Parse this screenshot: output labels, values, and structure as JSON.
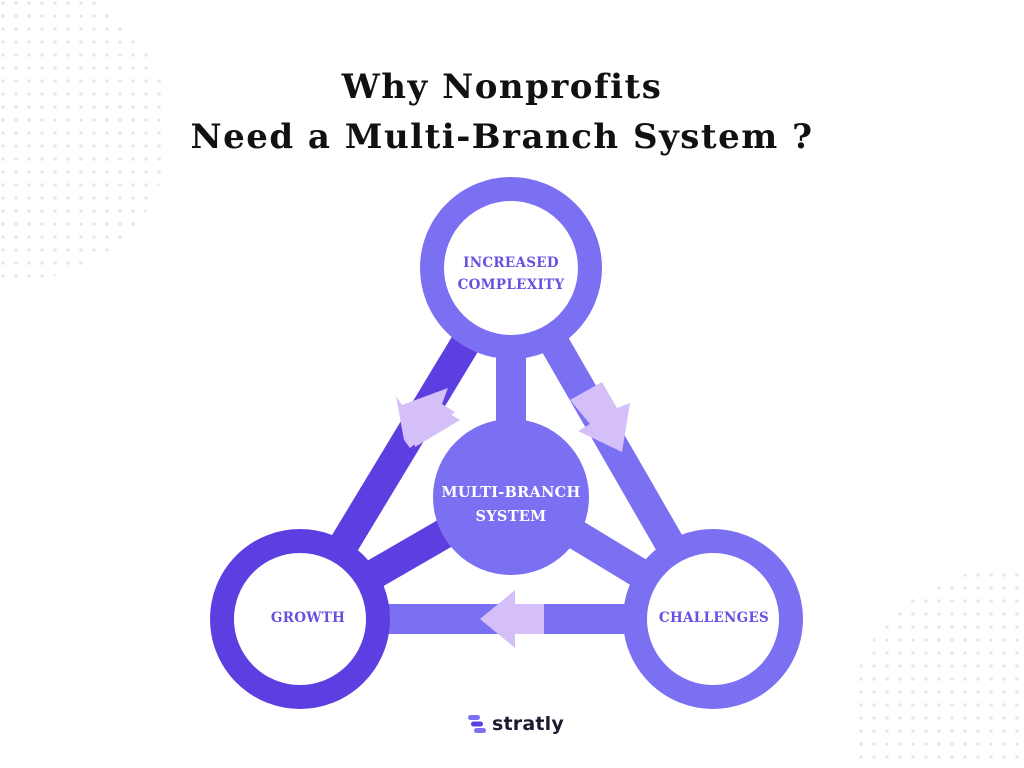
{
  "title": {
    "line1": "Why Nonprofits",
    "line2": "Need a Multi-Branch System ?"
  },
  "nodes": {
    "top": {
      "line1": "INCREASED",
      "line2": "COMPLEXITY"
    },
    "left": {
      "line1": "GROWTH"
    },
    "right": {
      "line1": "CHALLENGES"
    },
    "center": {
      "line1": "MULTI-BRANCH",
      "line2": "SYSTEM"
    }
  },
  "logo": {
    "text": "stratly",
    "icon": "stratly-logo-icon"
  },
  "colors": {
    "accent_light": "#7b6ff2",
    "accent_dark": "#5d3ee0",
    "arrow": "#d5bff9",
    "label": "#6a4fe0",
    "dots": "#e6e6f2"
  }
}
